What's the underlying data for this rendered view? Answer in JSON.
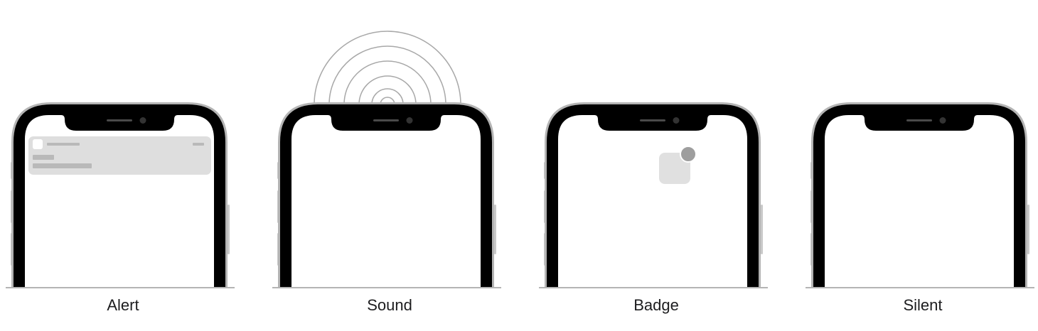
{
  "figure": {
    "panels": [
      {
        "id": "alert",
        "label": "Alert",
        "icon": "notification-banner-icon"
      },
      {
        "id": "sound",
        "label": "Sound",
        "icon": "sound-waves-icon"
      },
      {
        "id": "badge",
        "label": "Badge",
        "icon": "app-badge-icon"
      },
      {
        "id": "silent",
        "label": "Silent",
        "icon": "none"
      }
    ],
    "colors": {
      "frame_outer": "#b4b4b4",
      "frame_body": "#000000",
      "screen": "#ffffff",
      "button": "#c9c9c9",
      "banner": "#dedede",
      "placeholder_line": "#b9b9b9",
      "sound_wave": "#a8a8a8",
      "app_icon": "#e0e0e0",
      "badge_dot": "#9e9e9e",
      "baseline": "#b4b4b4",
      "caption": "#1d1d1f"
    }
  }
}
